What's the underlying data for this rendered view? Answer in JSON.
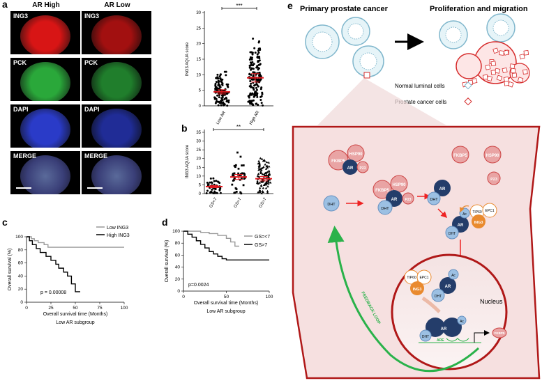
{
  "panel_letters": {
    "a": "a",
    "b": "b",
    "c": "c",
    "d": "d",
    "e": "e"
  },
  "panel_a": {
    "col_headers": [
      "AR High",
      "AR Low"
    ],
    "row_labels": [
      "ING3",
      "PCK",
      "DAPI",
      "MERGE"
    ],
    "colors": {
      "ING3": "#d81515",
      "PCK": "#2aa83a",
      "DAPI": "#2a3bc8",
      "MERGE": "#3a3a6a"
    }
  },
  "panel_a_plot": {
    "ylabel": "ING3 AQUA score",
    "significance": "***",
    "yticks": [
      "0",
      "5",
      "10",
      "15",
      "20",
      "25",
      "30"
    ]
  },
  "panel_b": {
    "ylabel": "ING3 AQUA score",
    "significance": "**",
    "yticks": [
      "0",
      "5",
      "10",
      "15",
      "20",
      "25",
      "30",
      "35"
    ]
  },
  "chart_data": [
    {
      "type": "scatter",
      "panel": "a",
      "ylabel": "ING3 AQUA score",
      "categories": [
        "Low AR",
        "High AR"
      ],
      "ylim": [
        0,
        30
      ],
      "means": [
        4.5,
        9.0
      ],
      "significance": "***"
    },
    {
      "type": "scatter",
      "panel": "b",
      "ylabel": "ING3 AQUA score",
      "categories": [
        "GS<7",
        "GS=7",
        "GS>7"
      ],
      "ylim": [
        0,
        35
      ],
      "means": [
        4.0,
        9.5,
        8.5
      ],
      "significance": "**"
    },
    {
      "type": "line",
      "panel": "c",
      "xlabel": "Overall survival time (Months)",
      "ylabel": "Overall survival (%)",
      "subtitle": "Low AR subgroup",
      "xlim": [
        0,
        100
      ],
      "ylim": [
        0,
        100
      ],
      "xticks": [
        0,
        25,
        50,
        75,
        100
      ],
      "yticks": [
        0,
        20,
        40,
        60,
        80,
        100
      ],
      "annotation": "p = 0.00008",
      "series": [
        {
          "name": "Low ING3",
          "color": "#999999",
          "x": [
            0,
            5,
            8,
            12,
            18,
            22,
            100
          ],
          "y": [
            100,
            97,
            94,
            91,
            88,
            84,
            84
          ]
        },
        {
          "name": "High ING3",
          "color": "#000000",
          "x": [
            0,
            3,
            6,
            10,
            14,
            20,
            25,
            30,
            33,
            38,
            42,
            46,
            50,
            55
          ],
          "y": [
            100,
            94,
            88,
            82,
            76,
            70,
            64,
            58,
            52,
            46,
            40,
            28,
            16,
            16
          ]
        }
      ]
    },
    {
      "type": "line",
      "panel": "d",
      "xlabel": "Overall survival time (Months)",
      "ylabel": "Overall survival (%)",
      "subtitle": "Low AR subgroup",
      "xlim": [
        0,
        100
      ],
      "ylim": [
        0,
        100
      ],
      "xticks": [
        0,
        50,
        100
      ],
      "yticks": [
        0,
        20,
        40,
        60,
        80,
        100
      ],
      "annotation": "p=0.0024",
      "series": [
        {
          "name": "GS=<7",
          "color": "#999999",
          "x": [
            0,
            20,
            30,
            40,
            50,
            55,
            60,
            65
          ],
          "y": [
            100,
            98,
            96,
            93,
            88,
            82,
            75,
            75
          ]
        },
        {
          "name": "GS>7",
          "color": "#000000",
          "x": [
            0,
            5,
            10,
            15,
            20,
            25,
            30,
            35,
            40,
            45,
            50,
            100
          ],
          "y": [
            100,
            95,
            90,
            84,
            78,
            72,
            66,
            62,
            58,
            54,
            52,
            52
          ]
        }
      ]
    }
  ],
  "panel_c": {
    "xlabel": "Overall survival time (Months)",
    "ylabel": "Overall survival (%)",
    "subtitle": "Low AR subgroup",
    "annotation": "p = 0.00008",
    "legend": [
      "Low ING3",
      "High ING3"
    ],
    "xticks": [
      "0",
      "25",
      "50",
      "75",
      "100"
    ],
    "yticks": [
      "0",
      "20",
      "40",
      "60",
      "80",
      "100"
    ]
  },
  "panel_d": {
    "xlabel": "Overall survival time (Months)",
    "ylabel": "Overall survival (%)",
    "subtitle": "Low AR subgroup",
    "annotation": "p=0.0024",
    "legend": [
      "GS=<7",
      "GS>7"
    ],
    "xticks": [
      "0",
      "50",
      "100"
    ],
    "yticks": [
      "0",
      "20",
      "40",
      "60",
      "80",
      "100"
    ]
  },
  "panel_e": {
    "title_left": "Primary prostate cancer",
    "title_right": "Proliferation and migration",
    "legend_normal": "Normal luminal cells",
    "legend_cancer": "Prostate cancer cells",
    "proteins": {
      "fkbp5": "FKBP5",
      "hsp90": "HSP90",
      "p23": "P23",
      "ar": "AR",
      "dht": "DHT",
      "ac": "Ac",
      "tip60": "TIP60",
      "epc1": "EPC1",
      "ing3": "ING3",
      "are": "ARE"
    },
    "nucleus": "Nucleus",
    "feedback": "FEEDBACK LOOP"
  }
}
